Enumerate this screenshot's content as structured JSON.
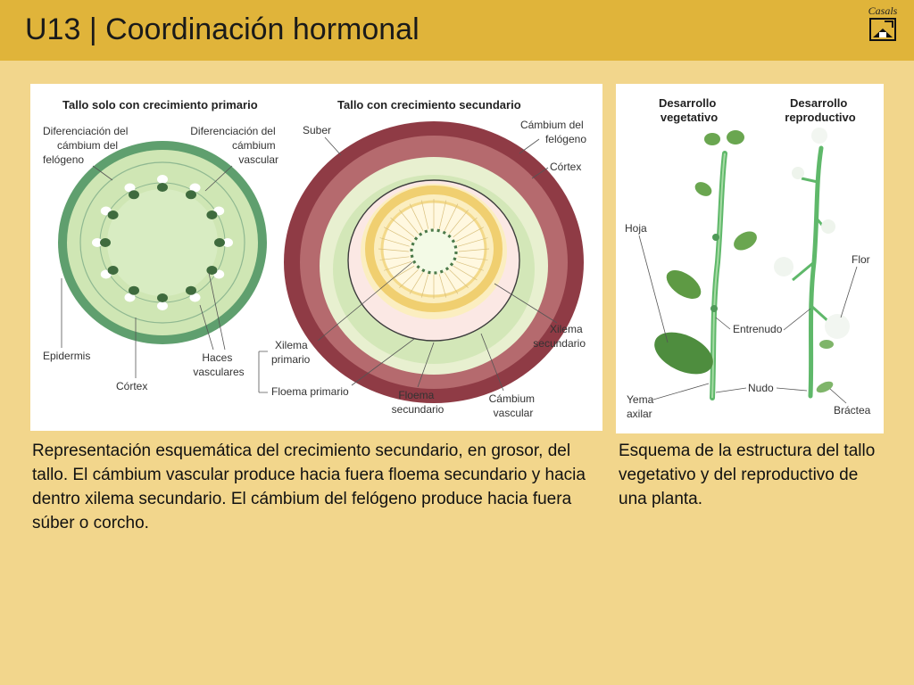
{
  "header": {
    "title": "U13 | Coordinación hormonal",
    "brand": "Casals",
    "brand_icon": "book-house-icon"
  },
  "colors": {
    "header_bg": "#e0b43a",
    "page_bg": "#f2d68c",
    "epidermis_green": "#5f9f6e",
    "cortex_green": "#cfe6b4",
    "suber_red": "#8f3b45",
    "xylem_yellow": "#f0cf70"
  },
  "diagram_left": {
    "primary_title": "Tallo solo con crecimiento primario",
    "secondary_title": "Tallo con crecimiento secundario",
    "labels": {
      "dif_cambium_felogeno": [
        "Diferenciación del",
        "cámbium del",
        "felógeno"
      ],
      "dif_cambium_vascular": [
        "Diferenciación del",
        "cámbium",
        "vascular"
      ],
      "epidermis": "Epidermis",
      "haces_vasculares": [
        "Haces",
        "vasculares"
      ],
      "cortex_primary": "Córtex",
      "suber": "Suber",
      "cambium_felogeno": [
        "Cámbium del",
        "felógeno"
      ],
      "cortex_secondary": "Córtex",
      "xilema_primario": [
        "Xilema",
        "primario"
      ],
      "floema_primario": "Floema primario",
      "floema_secundario": [
        "Floema",
        "secundario"
      ],
      "cambium_vascular": [
        "Cámbium",
        "vascular"
      ],
      "xilema_secundario": [
        "Xilema",
        "secundario"
      ]
    }
  },
  "diagram_right": {
    "title_vegetative": [
      "Desarrollo",
      "vegetativo"
    ],
    "title_reproductive": [
      "Desarrollo",
      "reproductivo"
    ],
    "labels": {
      "hoja": "Hoja",
      "flor": "Flor",
      "entrenudo": "Entrenudo",
      "nudo": "Nudo",
      "yema_axilar": [
        "Yema",
        "axilar"
      ],
      "bractea": "Bráctea"
    }
  },
  "captions": {
    "left": "Representación esquemática del crecimiento secundario, en grosor, del tallo. El cámbium vascular produce hacia fuera floema secundario y hacia dentro xilema secundario. El cámbium del felógeno produce hacia fuera súber o corcho.",
    "right": "Esquema de la estructura del tallo vegetativo y del reproductivo de una planta."
  }
}
